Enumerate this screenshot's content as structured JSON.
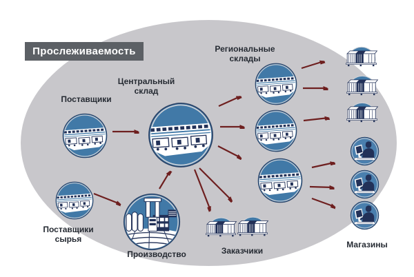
{
  "title": "Прослеживаемость",
  "colors": {
    "canvas": "#ffffff",
    "ellipse_background": "#c8c7cb",
    "title_background": "#5c6065",
    "title_text": "#ffffff",
    "arrow": "#6e1f1f",
    "icon_blue": "#4179a7",
    "icon_navy": "#223158",
    "label_text": "#262b33"
  },
  "nodes": {
    "suppliers": {
      "label": "Поставщики",
      "icon": "warehouse-icon"
    },
    "central_warehouse": {
      "label": "Центральный склад",
      "icon": "warehouse-icon"
    },
    "regional_warehouses": {
      "label": "Региональные склады",
      "icon": "warehouse-icon"
    },
    "raw_suppliers": {
      "label": "Поставщики сырья",
      "icon": "warehouse-icon"
    },
    "production": {
      "label": "Производство",
      "icon": "factory-icon"
    },
    "customers": {
      "label": "Заказчики",
      "icon": "containers-icon"
    },
    "stores": {
      "label": "Магазины",
      "icon": "person-computer-icon"
    }
  }
}
